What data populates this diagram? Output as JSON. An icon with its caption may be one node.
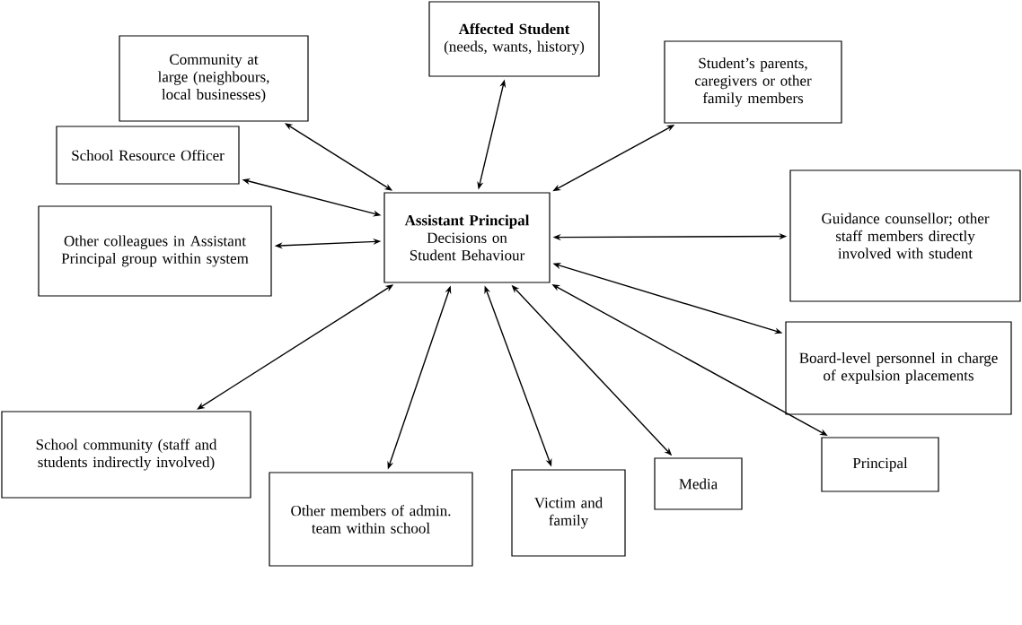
{
  "diagram": {
    "nodes": [
      {
        "text": [
          "Assistant Principal",
          "Decisions on Student Behaviour"
        ]
      },
      {
        "text": [
          "Community at large (neighbours, local businesses)"
        ]
      },
      {
        "text": [
          "Affected Student",
          "(needs, wants, history)"
        ]
      },
      {
        "text": [
          "Student’s parents, caregivers or other family members"
        ]
      },
      {
        "text": [
          "School Resource Officer"
        ]
      },
      {
        "text": [
          "Guidance counsellor; other staff members directly involved with student"
        ]
      },
      {
        "text": [
          "Other colleagues in Assistant Principal group within system"
        ]
      },
      {
        "text": [
          "Board-level personnel in charge of expulsion placements"
        ]
      },
      {
        "text": [
          "School community (staff and students indirectly involved)"
        ]
      },
      {
        "text": [
          "Principal"
        ]
      },
      {
        "text": [
          "Other members of admin. team within school"
        ]
      },
      {
        "text": [
          "Victim and family"
        ]
      },
      {
        "text": [
          "Media"
        ]
      }
    ],
    "edges": [
      {
        "from": 0,
        "to": 1,
        "arrow": "both"
      },
      {
        "from": 0,
        "to": 2,
        "arrow": "both"
      },
      {
        "from": 0,
        "to": 3,
        "arrow": "both"
      },
      {
        "from": 0,
        "to": 4,
        "arrow": "both"
      },
      {
        "from": 0,
        "to": 5,
        "arrow": "both"
      },
      {
        "from": 0,
        "to": 6,
        "arrow": "both"
      },
      {
        "from": 0,
        "to": 7,
        "arrow": "both"
      },
      {
        "from": 0,
        "to": 8,
        "arrow": "both"
      },
      {
        "from": 0,
        "to": 9,
        "arrow": "both"
      },
      {
        "from": 0,
        "to": 10,
        "arrow": "both"
      },
      {
        "from": 0,
        "to": 11,
        "arrow": "both"
      },
      {
        "from": 0,
        "to": 12,
        "arrow": "both"
      }
    ]
  }
}
